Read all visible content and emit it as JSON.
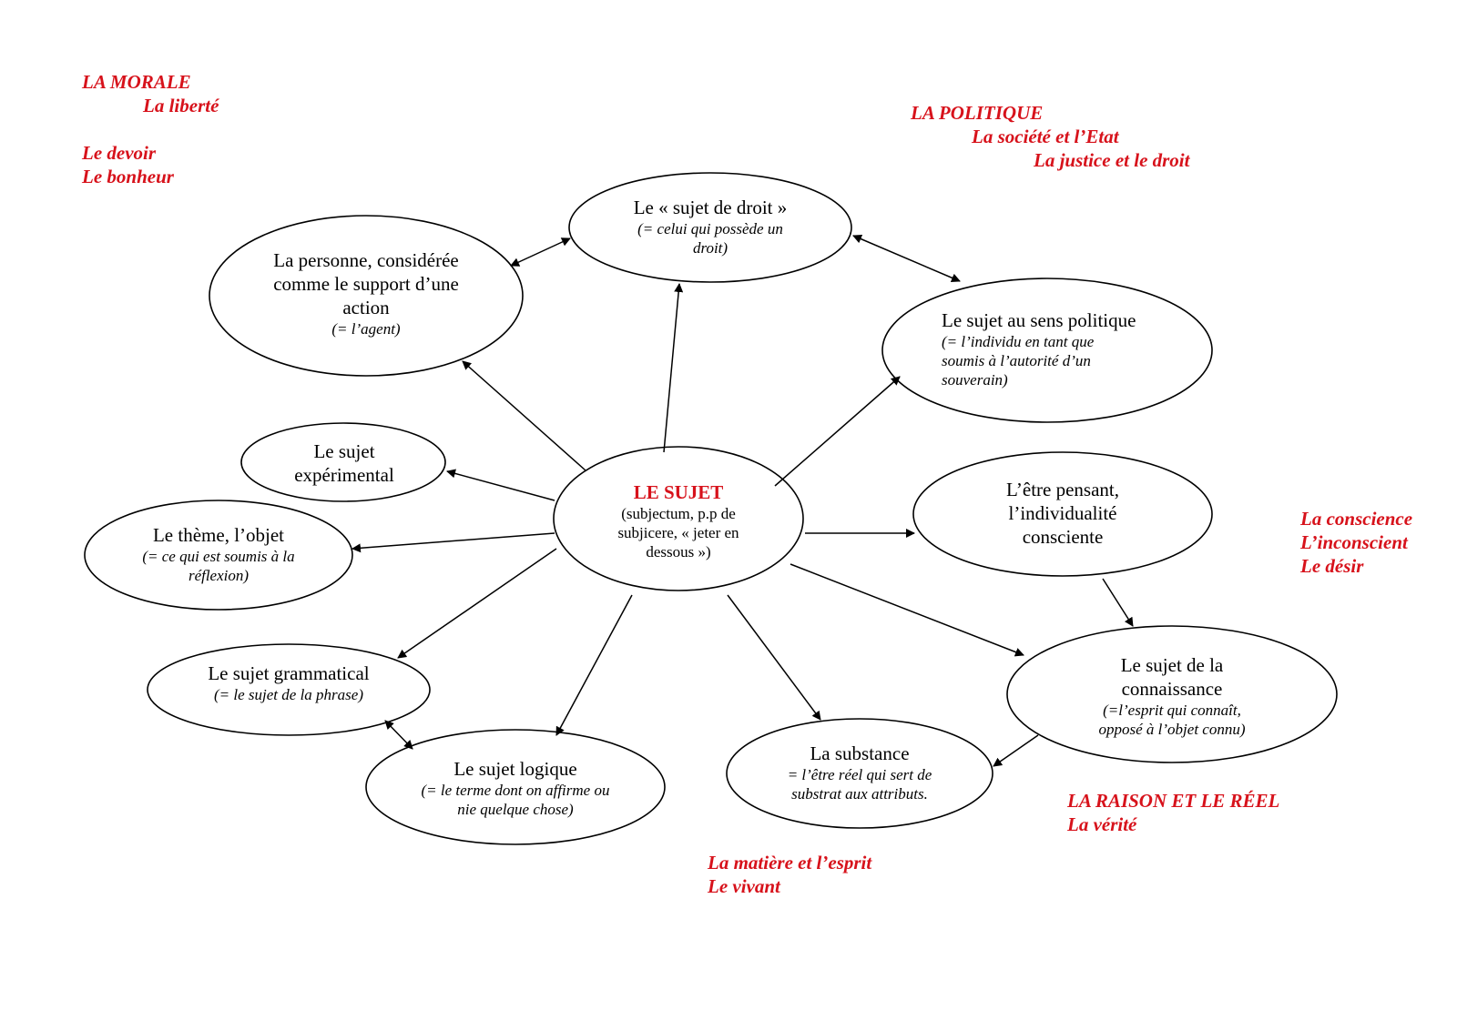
{
  "theme": {
    "red": "#d7121b",
    "ink": "#000000"
  },
  "groups": {
    "morale": {
      "title": "LA MORALE",
      "items": [
        "La liberté",
        "Le devoir",
        "Le bonheur"
      ]
    },
    "politique": {
      "title": "LA POLITIQUE",
      "items": [
        "La société et l’Etat",
        "La justice et le droit"
      ]
    },
    "conscience": {
      "items": [
        "La conscience",
        "L’inconscient",
        "Le désir"
      ]
    },
    "raison": {
      "title": "LA RAISON ET LE RÉEL",
      "items": [
        "La vérité"
      ]
    },
    "matiere": {
      "items": [
        "La matière et l’esprit",
        "Le vivant"
      ]
    }
  },
  "nodes": {
    "center": {
      "title": "LE SUJET",
      "subtitle": "(subjectum, p.p de subjicere, « jeter en dessous »)"
    },
    "droit": {
      "title": "Le « sujet de droit »",
      "subtitle": "(= celui qui possède un droit)"
    },
    "personne": {
      "title": "La personne, considérée comme le support d’une action",
      "subtitle": "(= l’agent)"
    },
    "politique": {
      "title": "Le sujet au sens politique",
      "subtitle": "(= l’individu en tant que soumis à l’autorité d’un souverain)"
    },
    "experimental": {
      "title": "Le sujet expérimental"
    },
    "theme": {
      "title": "Le thème, l’objet",
      "subtitle": "(= ce qui est soumis à la réflexion)"
    },
    "pensant": {
      "title": "L’être pensant, l’individualité consciente"
    },
    "grammatical": {
      "title": "Le sujet grammatical",
      "subtitle": "(= le sujet de la phrase)"
    },
    "logique": {
      "title": "Le sujet  logique",
      "subtitle": "(= le terme dont on affirme ou nie quelque chose)"
    },
    "substance": {
      "title": "La substance",
      "subtitle": "= l’être réel qui sert de substrat aux attributs."
    },
    "connaissance": {
      "title": "Le sujet de la connaissance",
      "subtitle": "(=l’esprit qui connaît, opposé à l’objet connu)"
    }
  }
}
